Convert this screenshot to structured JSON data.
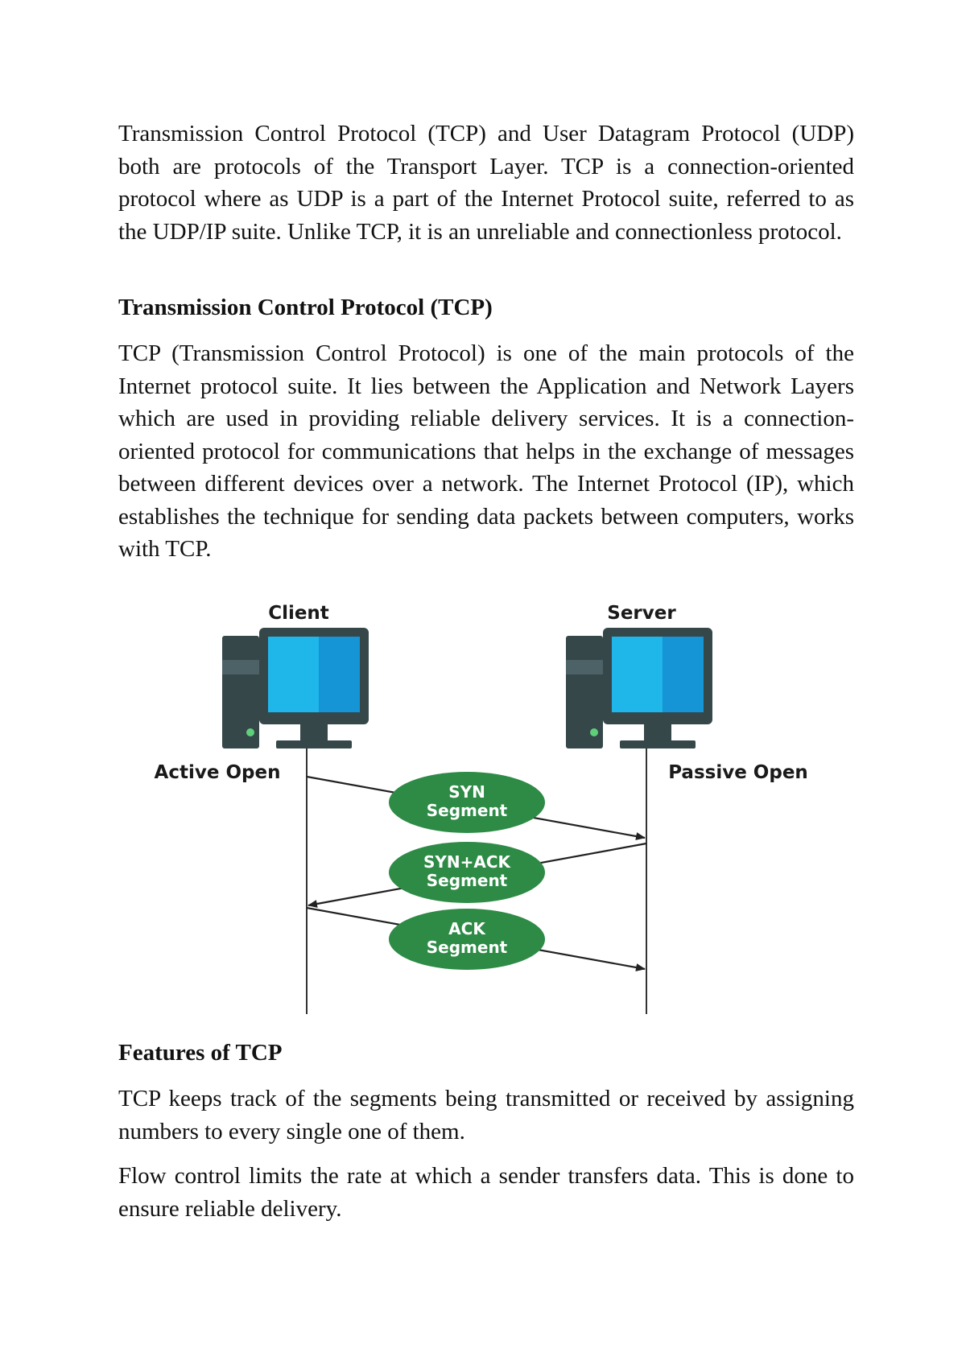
{
  "paragraph_intro": "Transmission Control Protocol (TCP) and User Datagram Protocol (UDP) both are protocols of the Transport Layer. TCP is a connection-oriented protocol where as UDP is a part of the Internet Protocol suite, referred to as the UDP/IP suite. Unlike TCP, it is an unreliable and connectionless protocol.",
  "heading_tcp": "Transmission Control Protocol (TCP)",
  "paragraph_tcp": "TCP (Transmission Control Protocol) is one of the main protocols of the Internet protocol suite. It lies between the Application and Network Layers which are used in providing reliable delivery services. It is a connection-oriented protocol for communications that helps in the exchange of messages between different devices over a network. The Internet Protocol (IP), which establishes the technique for sending data packets between computers, works with TCP.",
  "diagram": {
    "client_label": "Client",
    "server_label": "Server",
    "active_open": "Active Open",
    "passive_open": "Passive Open",
    "segments": [
      {
        "line1": "SYN",
        "line2": "Segment"
      },
      {
        "line1": "SYN+ACK",
        "line2": "Segment"
      },
      {
        "line1": "ACK",
        "line2": "Segment"
      }
    ],
    "colors": {
      "segment_fill": "#2e8b46",
      "screen_light": "#1fb6ea",
      "screen_dark": "#1594d6",
      "computer_body": "#36474a",
      "computer_panel": "#4c6266",
      "power_led": "#5ed07a"
    }
  },
  "heading_features": "Features of TCP",
  "paragraph_features_1": "TCP keeps track of the segments being transmitted or received by assigning numbers to every single one of them.",
  "paragraph_features_2": "Flow control limits the rate at which a sender transfers data. This is done to ensure reliable delivery."
}
